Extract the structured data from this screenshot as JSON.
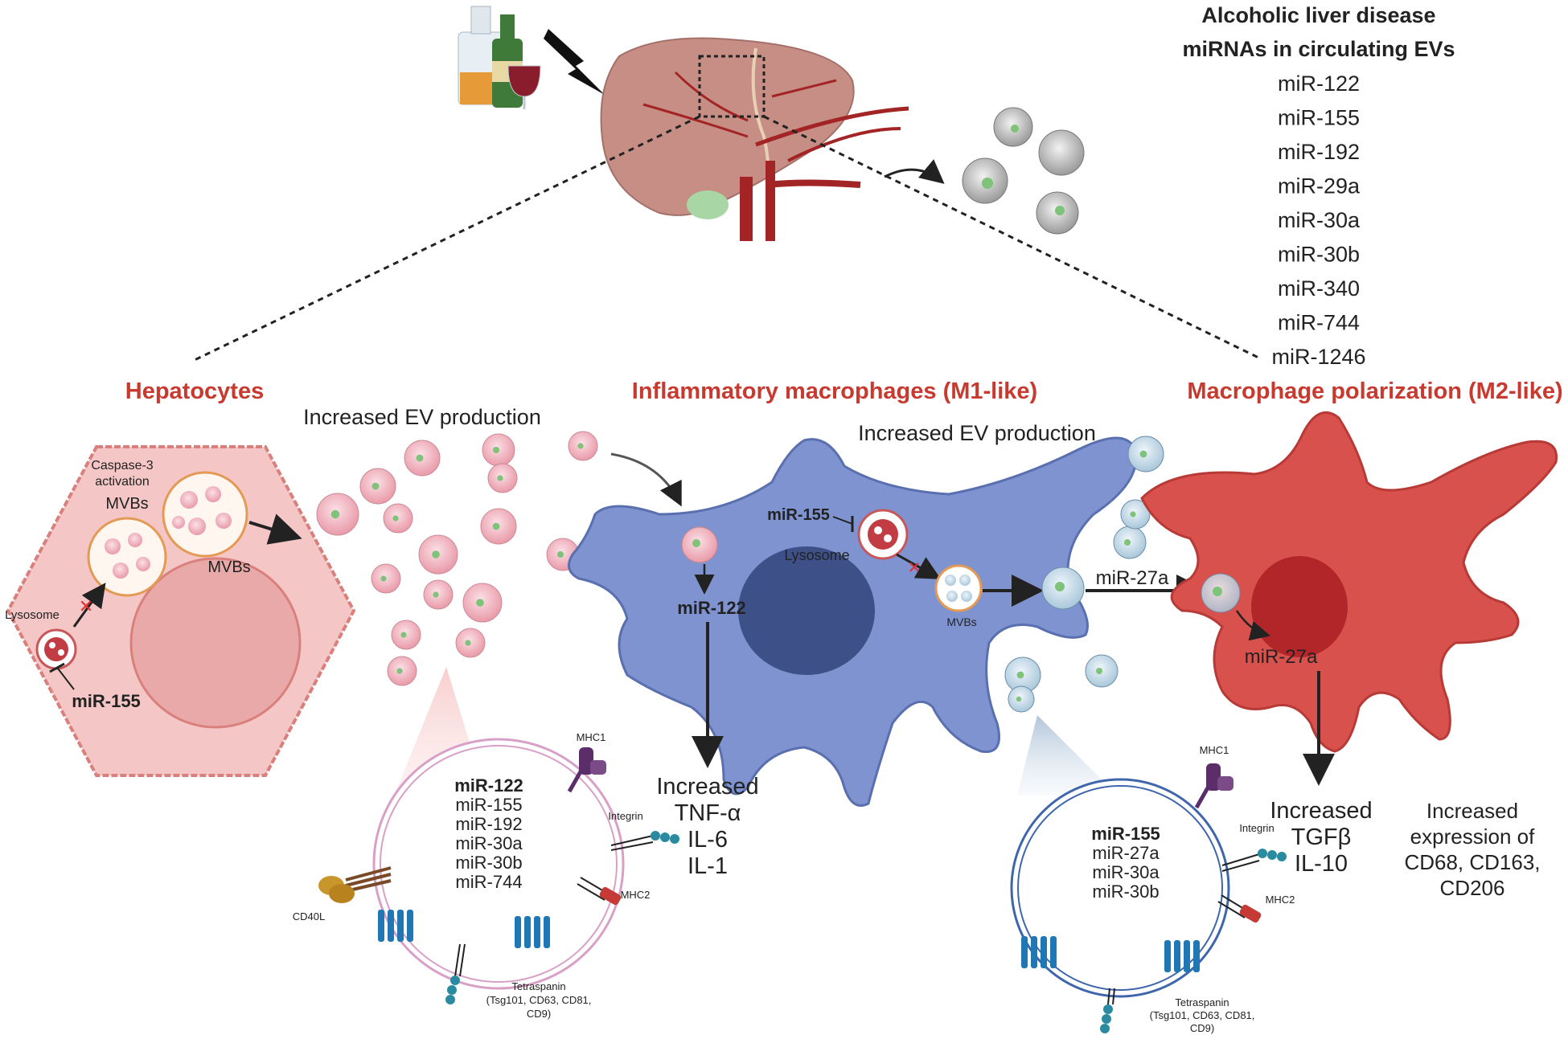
{
  "top": {
    "title_line1": "Alcoholic liver disease",
    "title_line2": "miRNAs in circulating EVs",
    "mirnas": [
      "miR-122",
      "miR-155",
      "miR-192",
      "miR-29a",
      "miR-30a",
      "miR-30b",
      "miR-340",
      "miR-744",
      "miR-1246"
    ]
  },
  "sections": {
    "hepatocytes": "Hepatocytes",
    "m1": "Inflammatory macrophages (M1-like)",
    "m2": "Macrophage polarization (M2-like)"
  },
  "hepatocyte": {
    "ev_production": "Increased EV production",
    "caspase_line1": "Caspase-3",
    "caspase_line2": "activation",
    "mvbs_a": "MVBs",
    "mvbs_b": "MVBs",
    "lysosome": "Lysosome",
    "mir155": "miR-155"
  },
  "hep_ev": {
    "mirs": [
      "miR-122",
      "miR-155",
      "miR-192",
      "miR-30a",
      "miR-30b",
      "miR-744"
    ],
    "mhc1": "MHC1",
    "integrin": "Integrin",
    "mhc2": "MHC2",
    "cd40l": "CD40L",
    "tetra_line1": "Tetraspanin",
    "tetra_line2": "(Tsg101, CD63, CD81,",
    "tetra_line3": "CD9)"
  },
  "m1": {
    "ev_production": "Increased EV production",
    "mir155": "miR-155",
    "lysosome": "Lysosome",
    "mir122": "miR-122",
    "mvbs": "MVBs",
    "mir27a": "miR-27a",
    "out_line1": "Increased",
    "out_line2": "TNF-α",
    "out_line3": "IL-6",
    "out_line4": "IL-1"
  },
  "m1_ev": {
    "mirs": [
      "miR-155",
      "miR-27a",
      "miR-30a",
      "miR-30b"
    ],
    "mhc1": "MHC1",
    "integrin": "Integrin",
    "mhc2": "MHC2",
    "tetra_line1": "Tetraspanin",
    "tetra_line2": "(Tsg101, CD63, CD81,",
    "tetra_line3": "CD9)"
  },
  "m2": {
    "mir27a": "miR-27a",
    "out_line1": "Increased",
    "out_line2": "TGFβ",
    "out_line3": "IL-10",
    "expr_line1": "Increased",
    "expr_line2": "expression of",
    "expr_line3": "CD68, CD163,",
    "expr_line4": "CD206"
  },
  "colors": {
    "section_title": "#c83a2f",
    "hepatocyte_fill": "#f4c6c6",
    "hepatocyte_edge": "#d9807c",
    "m1_fill": "#7e93cf",
    "m1_nucleus": "#3e5088",
    "m2_fill": "#d9514c",
    "m2_nucleus": "#b2262a",
    "liver": "#c68e84"
  }
}
